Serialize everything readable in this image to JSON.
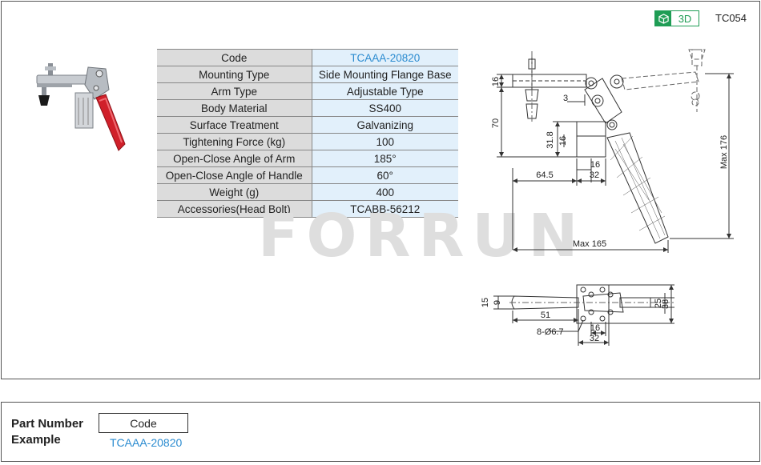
{
  "header": {
    "badge_3d": "3D",
    "model_code": "TC054"
  },
  "specs": [
    {
      "label": "Code",
      "value": "TCAAA-20820",
      "link": true
    },
    {
      "label": "Mounting Type",
      "value": "Side Mounting Flange Base"
    },
    {
      "label": "Arm Type",
      "value": "Adjustable Type"
    },
    {
      "label": "Body Material",
      "value": "SS400"
    },
    {
      "label": "Surface Treatment",
      "value": "Galvanizing"
    },
    {
      "label": "Tightening Force (kg)",
      "value": "100"
    },
    {
      "label": "Open-Close Angle of Arm",
      "value": "185°"
    },
    {
      "label": "Open-Close  Angle of Handle",
      "value": "60°"
    },
    {
      "label": "Weight (g)",
      "value": "400"
    },
    {
      "label": "Accessories(Head Bolt)",
      "value": "TCABB-56212"
    }
  ],
  "watermark": "FORRUN",
  "drawing": {
    "side_view": {
      "dim_16_top": "16",
      "dim_70": "70",
      "dim_3": "3",
      "dim_31_8": "31.8",
      "dim_16_mid": "16",
      "dim_64_5": "64.5",
      "dim_16_base": "16",
      "dim_32": "32",
      "dim_max_165": "Max 165",
      "dim_max_176": "Max 176"
    },
    "top_view": {
      "dim_15": "15",
      "dim_9": "9",
      "dim_51": "51",
      "dim_holes": "8-Ø6.7",
      "dim_16": "16",
      "dim_32": "32",
      "dim_25": "25",
      "dim_38": "38"
    }
  },
  "part_number": {
    "title_line1": "Part Number",
    "title_line2": "Example",
    "code_label": "Code",
    "code_value": "TCAAA-20820"
  },
  "colors": {
    "accent_green": "#1f9d55",
    "link_blue": "#2a8bd0",
    "handle_red": "#d0202a"
  }
}
